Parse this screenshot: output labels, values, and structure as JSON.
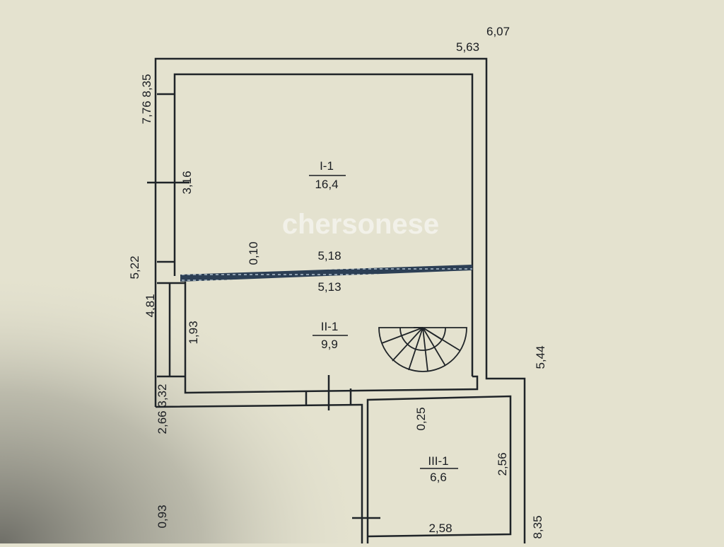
{
  "plan": {
    "top_partial_text": "",
    "dimensions": {
      "top_right_outer": "6,07",
      "top_right_inner": "5,63",
      "left_top_outer": "8,35",
      "left_top_inner": "7,76",
      "room1_height": "3,16",
      "partition_thickness": "0,10",
      "partition_top": "5,18",
      "partition_bottom": "5,13",
      "left_mid_outer": "5,22",
      "left_mid_inner": "4,81",
      "room2_height": "1,93",
      "left_low_outer": "3,32",
      "left_low_inner": "2,66",
      "left_bottom": "0,93",
      "right_mid": "5,44",
      "room3_gap": "0,25",
      "room3_height": "2,56",
      "room3_width": "2,58",
      "right_bottom": "8,35"
    },
    "rooms": [
      {
        "id": "I-1",
        "area": "16,4"
      },
      {
        "id": "II-1",
        "area": "9,9"
      },
      {
        "id": "III-1",
        "area": "6,6"
      }
    ],
    "watermark": "chersonese",
    "colors": {
      "paper": "#e4e2cf",
      "lines": "#1f2428",
      "partition": "#2c3f55"
    }
  }
}
